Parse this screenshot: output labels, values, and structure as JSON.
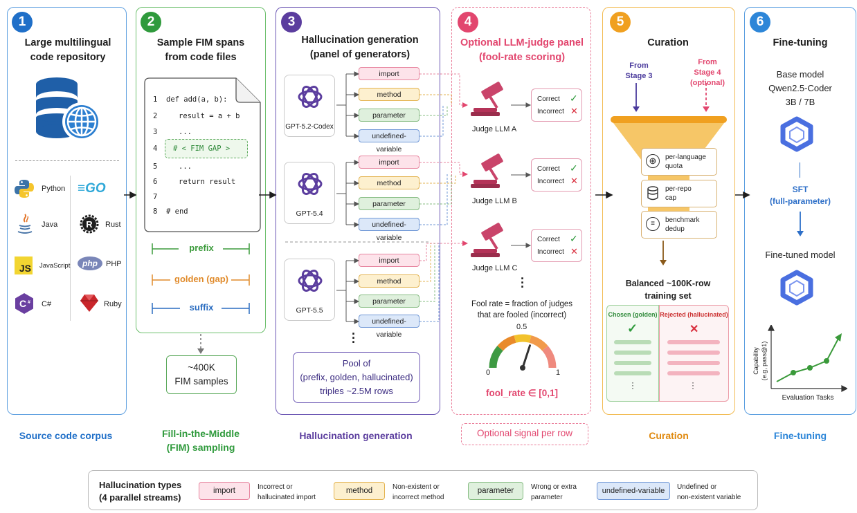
{
  "stages": [
    {
      "number": "1",
      "title": "Large multilingual\ncode repository",
      "footer": "Source code corpus",
      "color": "#1f6fc8"
    },
    {
      "number": "2",
      "title": "Sample FIM spans\nfrom code files",
      "footer": "Fill-in-the-Middle\n(FIM) sampling",
      "color": "#2f9a3c"
    },
    {
      "number": "3",
      "title": "Hallucination generation\n(panel of generators)",
      "footer": "Hallucination generation",
      "color": "#5b3d9e"
    },
    {
      "number": "4",
      "title": "Optional LLM-judge panel\n(fool-rate scoring)",
      "footer": "Optional signal per row",
      "color": "#e2466e"
    },
    {
      "number": "5",
      "title": "Curation",
      "footer": "Curation",
      "color": "#f0a020"
    },
    {
      "number": "6",
      "title": "Fine-tuning",
      "footer": "Fine-tuning",
      "color": "#2d86d8"
    }
  ],
  "languages": [
    "Python",
    "GO",
    "Java",
    "Rust",
    "JavaScript",
    "PHP",
    "C#",
    "Ruby"
  ],
  "code": {
    "lines": [
      {
        "n": "1",
        "text": "def add(a, b):"
      },
      {
        "n": "2",
        "text": "result = a + b"
      },
      {
        "n": "3",
        "text": "..."
      },
      {
        "n": "4",
        "text": "# < FIM GAP >"
      },
      {
        "n": "5",
        "text": "..."
      },
      {
        "n": "6",
        "text": "return result"
      },
      {
        "n": "7",
        "text": ""
      },
      {
        "n": "8",
        "text": "# end"
      }
    ],
    "spans": [
      "prefix",
      "golden (gap)",
      "suffix"
    ],
    "samples": "~400K\nFIM samples"
  },
  "generators": [
    "GPT-5.2-Codex",
    "GPT-5.4",
    "GPT-5.5"
  ],
  "tags": [
    "import",
    "method",
    "parameter",
    "undefined-variable"
  ],
  "pool": "Pool of\n(prefix, golden, hallucinated)\ntriples ~2.5M rows",
  "judges": [
    "Judge LLM A",
    "Judge LLM B",
    "Judge LLM C"
  ],
  "verdicts": [
    "Correct",
    "Incorrect"
  ],
  "fool_rate_text": "Fool rate = fraction of judges\nthat are fooled (incorrect)",
  "gauge": {
    "min": "0",
    "mid": "0.5",
    "max": "1",
    "value": 0.6
  },
  "fool_rate_formula": "fool_rate ∈ [0,1]",
  "curation": {
    "from_stage3": "From\nStage 3",
    "from_stage4": "From\nStage 4\n(optional)",
    "filters": [
      {
        "icon": "globe-icon",
        "label": "per-language\nquota"
      },
      {
        "icon": "database-icon",
        "label": "per-repo\ncap"
      },
      {
        "icon": "clipboard-icon",
        "label": "benchmark\ndedup"
      }
    ],
    "output": "Balanced ~100K-row\ntraining set",
    "chosen": "Chosen (golden)",
    "rejected": "Rejected (hallucinated)"
  },
  "finetune": {
    "base": "Base model\nQwen2.5-Coder\n3B / 7B",
    "sft": "SFT\n(full-parameter)",
    "tuned": "Fine-tuned model",
    "ylabel": "Capability\n(e.g, pass@1)",
    "xlabel": "Evaluation Tasks"
  },
  "legend": {
    "title": "Hallucination types\n(4 parallel streams)",
    "items": [
      {
        "tag": "import",
        "desc": "Incorrect or\nhallucinated import"
      },
      {
        "tag": "method",
        "desc": "Non-existent or\nincorrect method"
      },
      {
        "tag": "parameter",
        "desc": "Wrong or extra\nparameter"
      },
      {
        "tag": "undefined-variable",
        "desc": "Undefined or\nnon-existent variable"
      }
    ]
  }
}
